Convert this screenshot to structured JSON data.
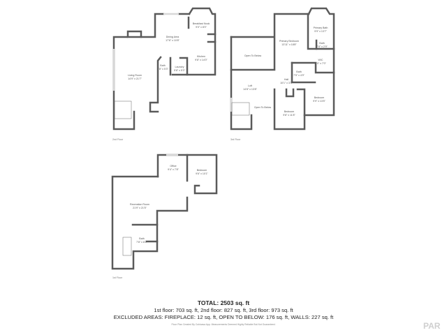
{
  "floors": [
    {
      "label": "2nd Floor",
      "rooms": [
        {
          "name": "Breakfast Nook",
          "dims": "9'0\" x 8'0\""
        },
        {
          "name": "Dining Area",
          "dims": "17'6\" x 10'8\""
        },
        {
          "name": "Kitchen",
          "dims": "9'8\" x 14'0\""
        },
        {
          "name": "Bath",
          "dims": "4'8\" x 5'3\""
        },
        {
          "name": "Laundry",
          "dims": "5'8\" x 5'3\""
        },
        {
          "name": "Living Room",
          "dims": "14'9\" x 21'7\""
        }
      ]
    },
    {
      "label": "3rd Floor",
      "rooms": [
        {
          "name": "Primary Bath",
          "dims": "9'9\" x 13'7\""
        },
        {
          "name": "Bath",
          "dims": "7'8\" x 2'9\""
        },
        {
          "name": "Primary Bedroom",
          "dims": "13'11\" x 18'8\""
        },
        {
          "name": "Open To Below",
          "dims": ""
        },
        {
          "name": "WIC",
          "dims": "8'0\" x 7'0\""
        },
        {
          "name": "Bath",
          "dims": "7'5\" x 4'9\""
        },
        {
          "name": "Hall",
          "dims": "10'1\" x 3'3\""
        },
        {
          "name": "Loft",
          "dims": "14'8\" x 13'8\""
        },
        {
          "name": "Bedroom",
          "dims": "9'9\" x 13'5\""
        },
        {
          "name": "Open To Below",
          "dims": ""
        },
        {
          "name": "Bedroom",
          "dims": "9'8\" x 11'8\""
        }
      ]
    },
    {
      "label": "1st Floor",
      "rooms": [
        {
          "name": "Office",
          "dims": "9'4\" x 7'8\""
        },
        {
          "name": "Bedroom",
          "dims": "9'6\" x 10'1\""
        },
        {
          "name": "Recreation Room",
          "dims": "21'9\" x 21'5\""
        },
        {
          "name": "Bath",
          "dims": "7'8\" x 8'2\""
        }
      ]
    }
  ],
  "summary": {
    "total": "TOTAL: 2503 sq. ft",
    "floors_line": "1st floor: 703 sq. ft, 2nd floor: 827 sq. ft, 3rd floor: 973 sq. ft",
    "excluded_line": "EXCLUDED AREAS: FIREPLACE: 12 sq. ft, OPEN TO BELOW: 176 sq. ft, WALLS: 227 sq. ft",
    "credit": "Floor Plan Created By Cubicasa App. Measurements Deemed Highly Reliable But Not Guaranteed."
  },
  "logo": "PAR"
}
